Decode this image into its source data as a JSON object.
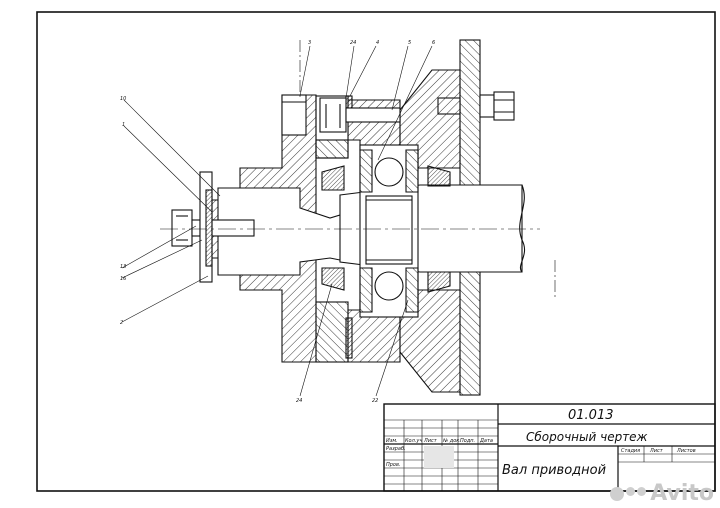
{
  "title_block": {
    "designation": "01.013",
    "document_type": "Сборочный чертеж",
    "product_name": "Вал приводной",
    "header_cells": [
      "Изм.",
      "Кол.уч",
      "Лист",
      "№ док.",
      "Подп.",
      "Дата"
    ],
    "role_developer": "Разраб.",
    "role_checker": "Пров.",
    "col_stage": "Стадия",
    "col_sheet": "Лист",
    "col_sheets": "Листов"
  },
  "callouts": [
    "3",
    "24",
    "4",
    "5",
    "6",
    "10",
    "1",
    "13",
    "16",
    "2",
    "24",
    "22"
  ],
  "watermark": {
    "text": "Avito"
  }
}
